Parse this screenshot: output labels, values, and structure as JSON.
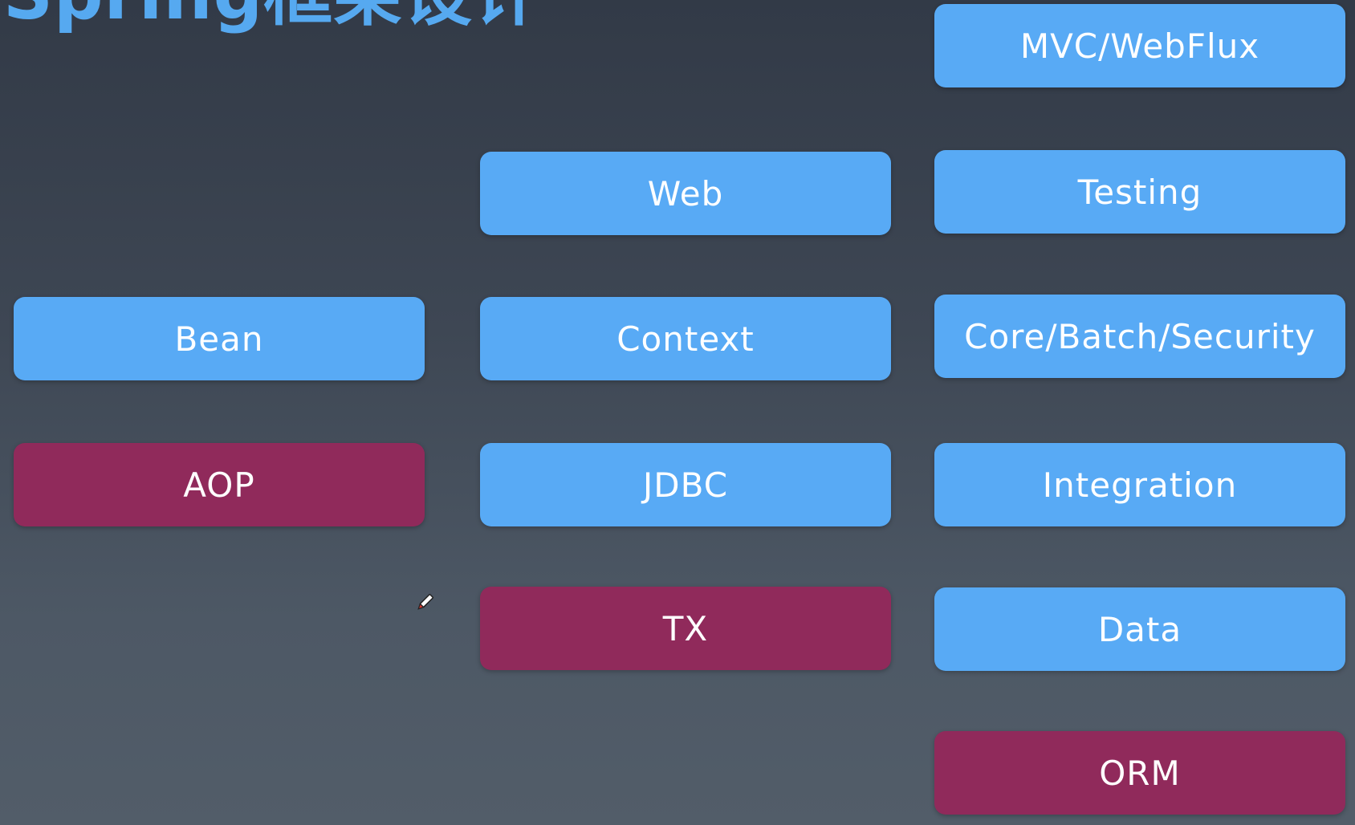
{
  "title": "Spring框架设计",
  "colors": {
    "blue": "#58aaf5",
    "magenta": "#902a5b",
    "title": "#56a9f0"
  },
  "modules": {
    "bean": "Bean",
    "aop": "AOP",
    "web": "Web",
    "context": "Context",
    "jdbc": "JDBC",
    "tx": "TX",
    "mvc_webflux": "MVC/WebFlux",
    "testing": "Testing",
    "core_batch_security": "Core/Batch/Security",
    "integration": "Integration",
    "data": "Data",
    "orm": "ORM"
  },
  "cursor_icon": "pen-cursor-icon"
}
